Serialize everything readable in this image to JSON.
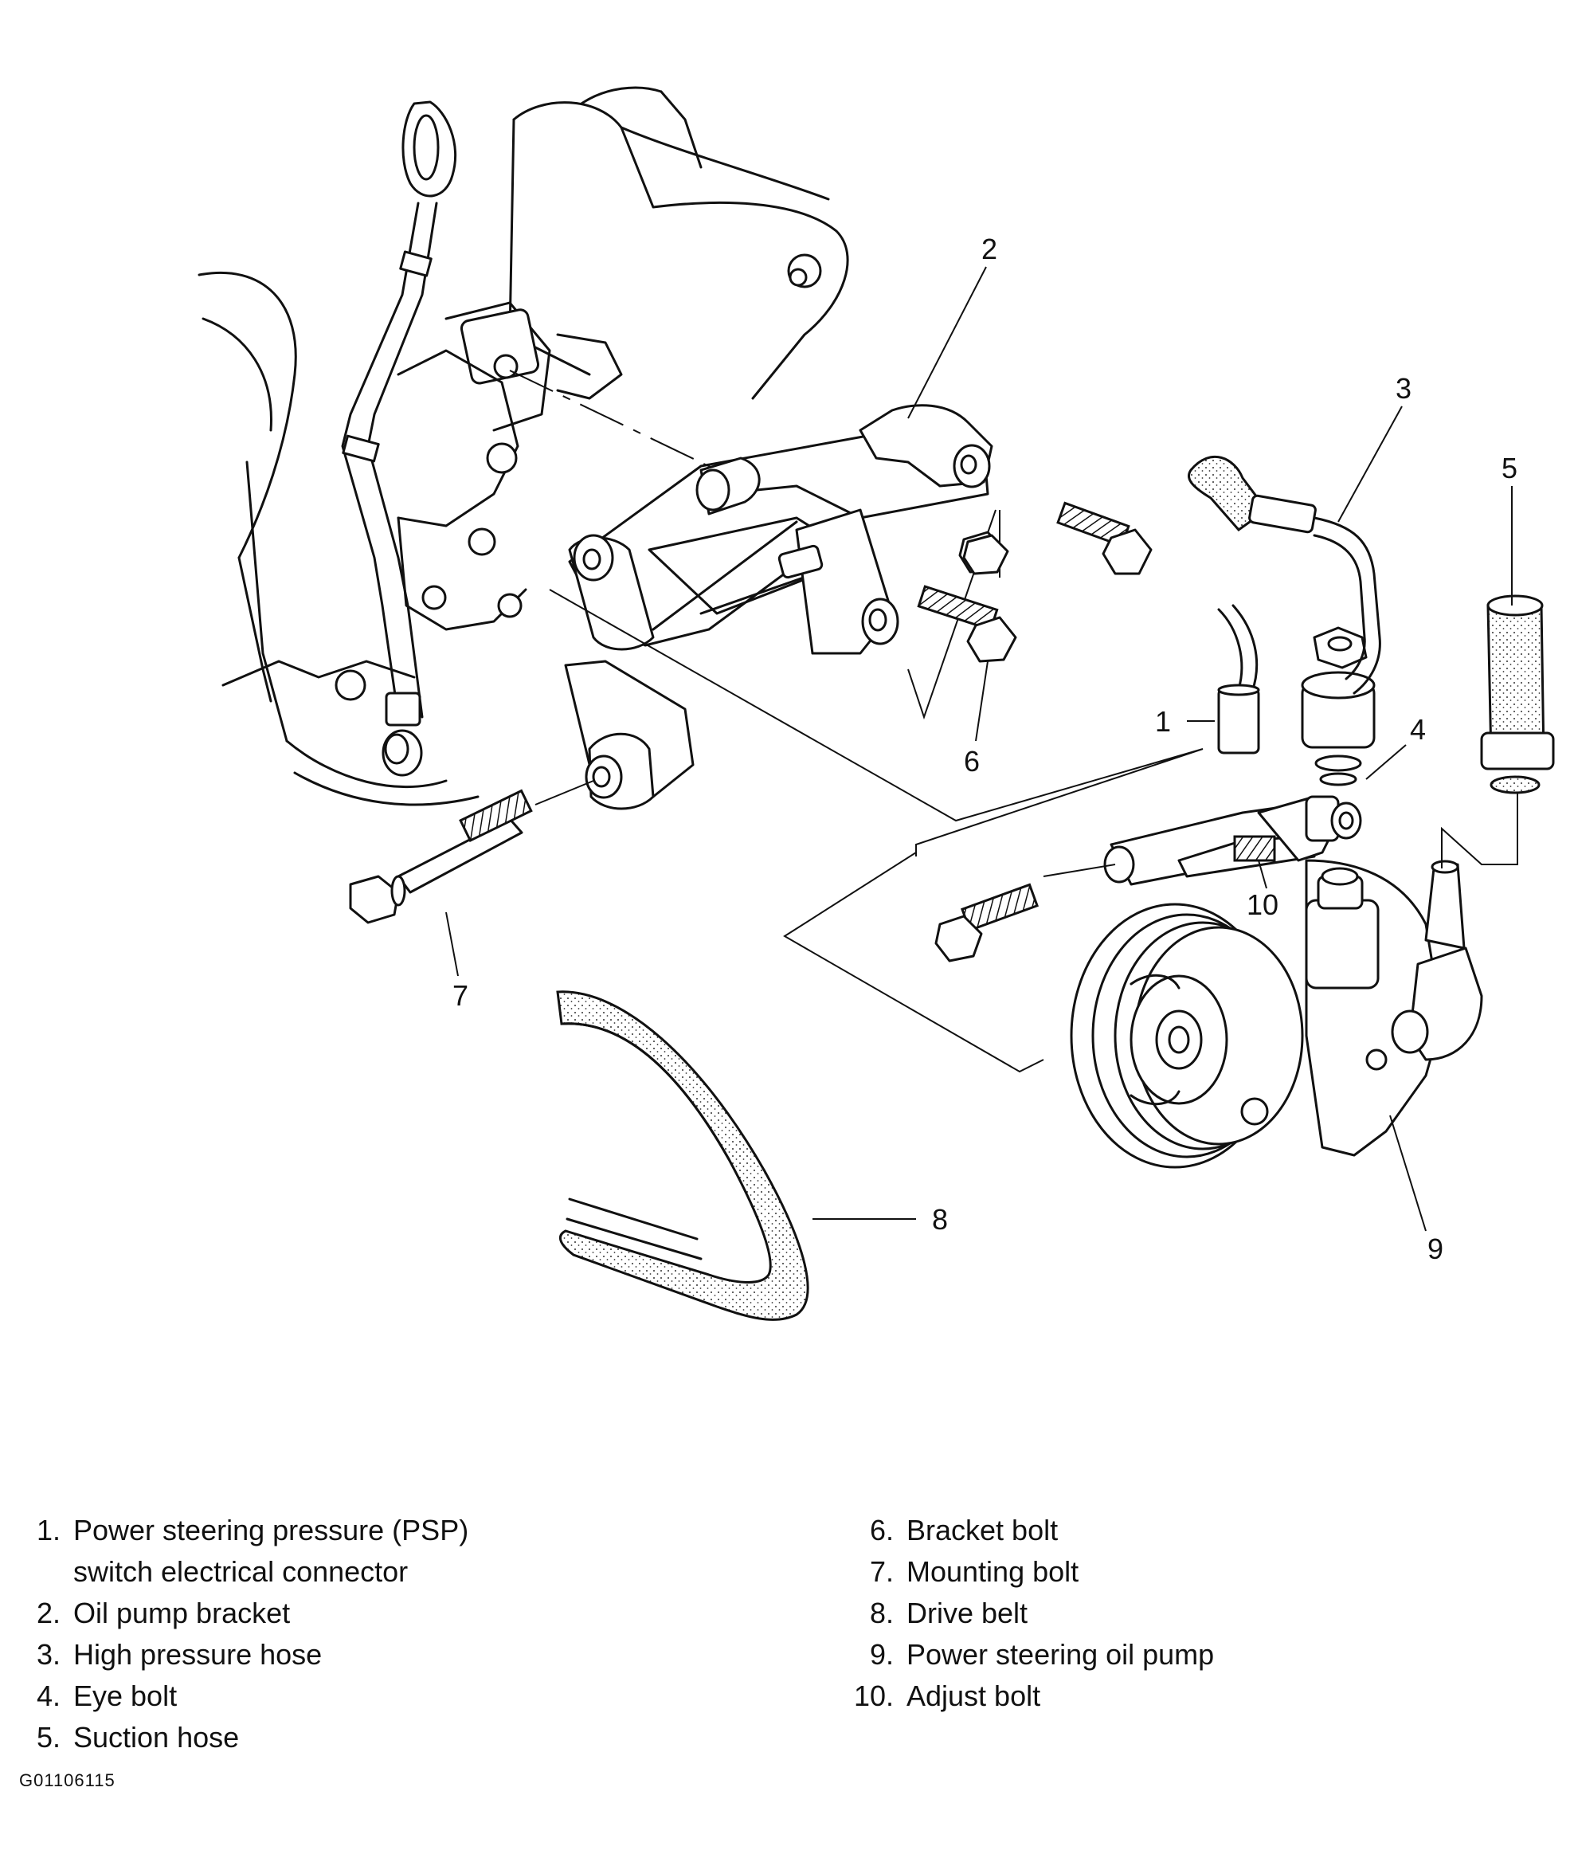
{
  "callouts": [
    "1",
    "2",
    "3",
    "4",
    "5",
    "6",
    "7",
    "8",
    "9",
    "10"
  ],
  "legend": [
    {
      "num": "1.",
      "text": "Power steering pressure (PSP)",
      "cont": "switch electrical connector"
    },
    {
      "num": "2.",
      "text": "Oil pump bracket"
    },
    {
      "num": "3.",
      "text": "High pressure hose"
    },
    {
      "num": "4.",
      "text": "Eye bolt"
    },
    {
      "num": "5.",
      "text": "Suction hose"
    },
    {
      "num": "6.",
      "text": "Bracket bolt"
    },
    {
      "num": "7.",
      "text": "Mounting bolt"
    },
    {
      "num": "8.",
      "text": "Drive belt"
    },
    {
      "num": "9.",
      "text": "Power steering oil pump"
    },
    {
      "num": "10.",
      "text": "Adjust bolt"
    }
  ],
  "figure_id": "G01106115"
}
